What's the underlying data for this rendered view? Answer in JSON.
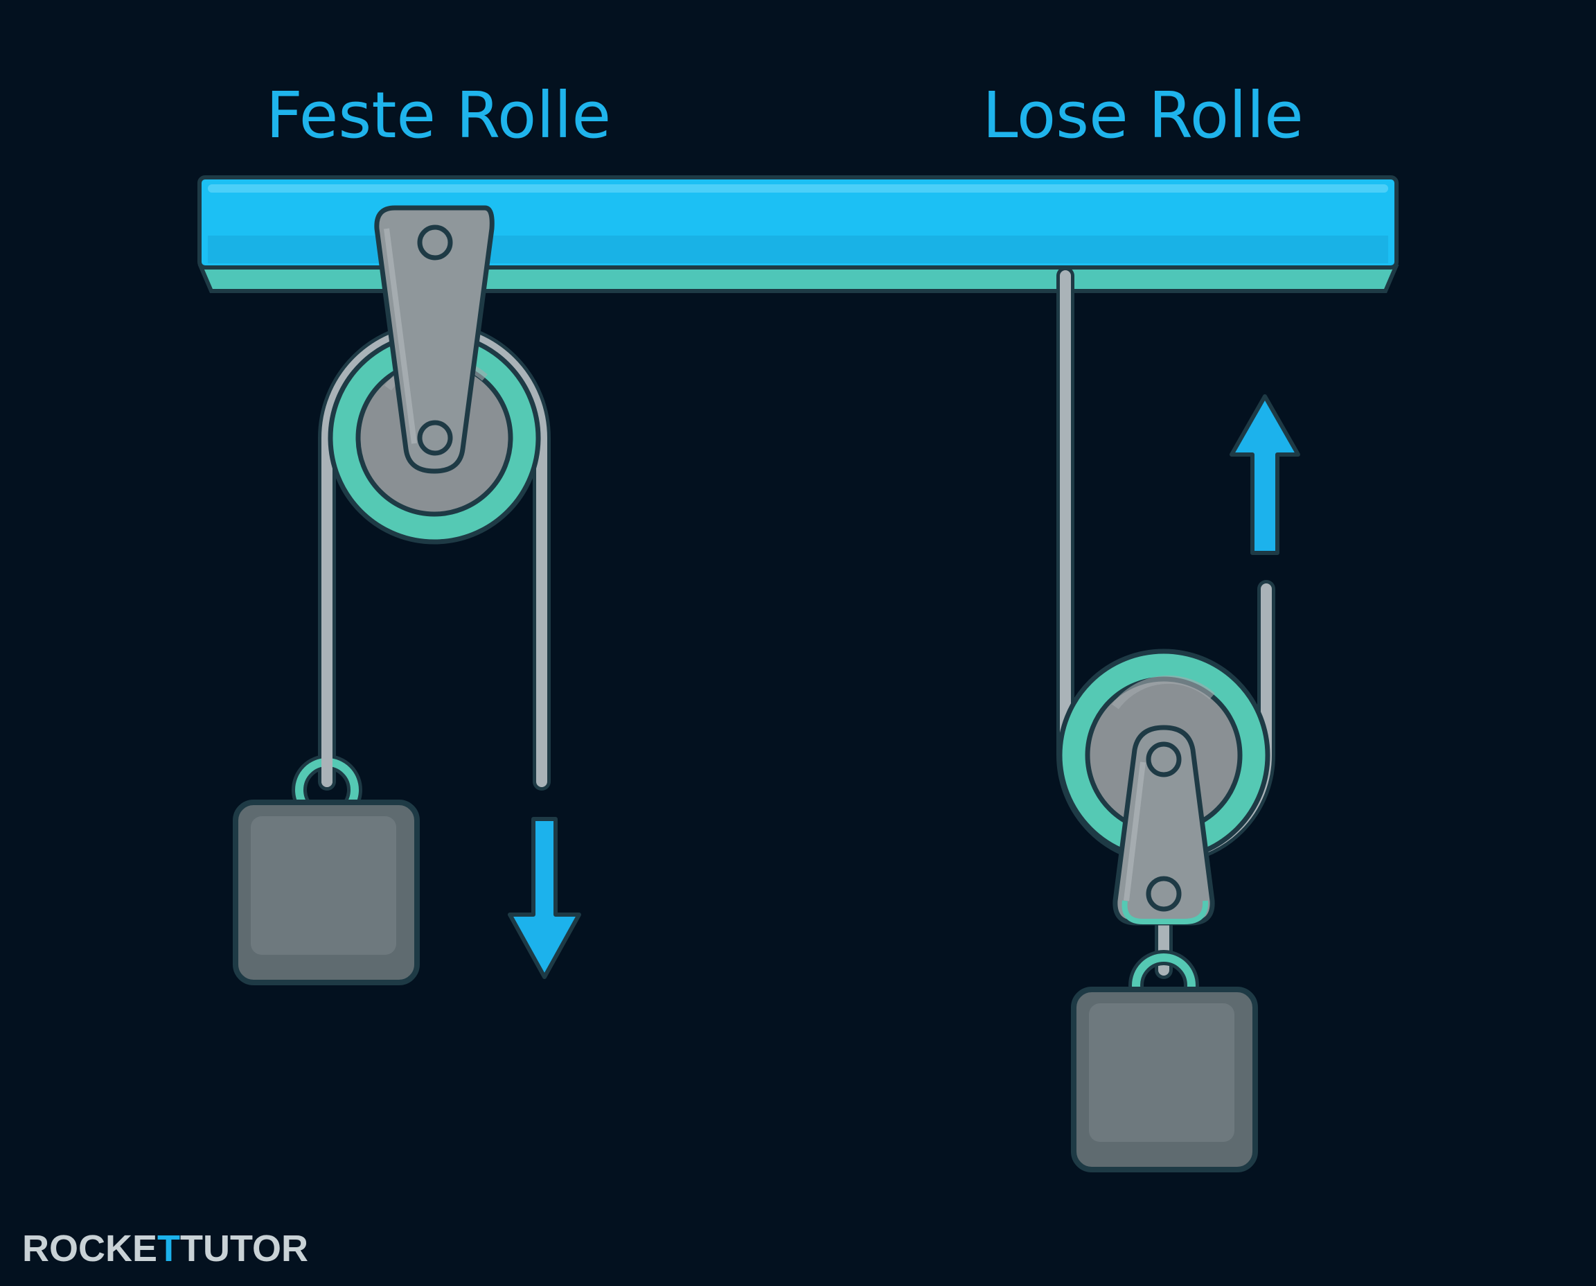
{
  "labels": {
    "fixed_pulley": "Feste Rolle",
    "movable_pulley": "Lose Rolle"
  },
  "logo": {
    "part1": "ROCKE",
    "part2": "T",
    "part3": "TUTOR"
  },
  "icons": {
    "fixed_arrow": "arrow-down-icon",
    "movable_arrow": "arrow-up-icon"
  },
  "colors": {
    "background": "#03111f",
    "beam": "#1cc0f4",
    "beam_side": "#4fc6b8",
    "pulley_ring": "#55c9b4",
    "pulley_disc": "#8a9094",
    "rope": "#aab3b8",
    "weight": "#5f6b70",
    "arrow": "#1cb2ec",
    "outline": "#1e3a45"
  }
}
